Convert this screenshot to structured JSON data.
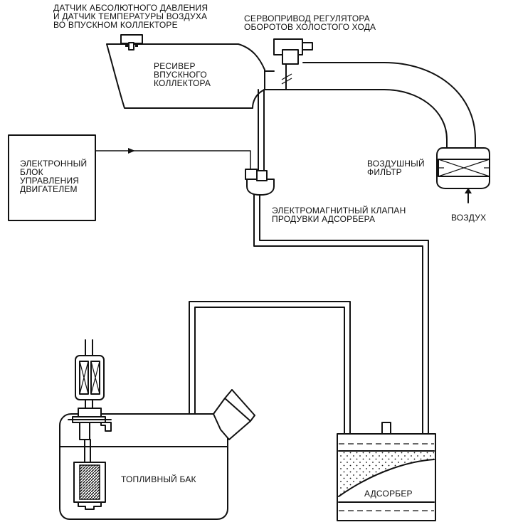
{
  "labels": {
    "map_sensor": [
      "ДАТЧИК АБСОЛЮТНОГО ДАВЛЕНИЯ",
      "И ДАТЧИК ТЕМПЕРАТУРЫ ВОЗДУХА",
      "ВО ВПУСКНОМ КОЛЛЕКТОРЕ"
    ],
    "idle_servo": [
      "СЕРВОПРИВОД РЕГУЛЯТОРА",
      "ОБОРОТОВ ХОЛОСТОГО ХОДА"
    ],
    "receiver": [
      "РЕСИВЕР",
      "ВПУСКНОГО",
      "КОЛЛЕКТОРА"
    ],
    "ecu": [
      "ЭЛЕКТРОННЫЙ",
      "БЛОК",
      "УПРАВЛЕНИЯ",
      "ДВИГАТЕЛЕМ"
    ],
    "air_filter": [
      "ВОЗДУШНЫЙ",
      "ФИЛЬТР"
    ],
    "air": "ВОЗДУХ",
    "purge_valve": [
      "ЭЛЕКТРОМАГНИТНЫЙ КЛАПАН",
      "ПРОДУВКИ АДСОРБЕРА"
    ],
    "fuel_tank": "ТОПЛИВНЫЙ БАК",
    "adsorber": "АДСОРБЕР"
  }
}
